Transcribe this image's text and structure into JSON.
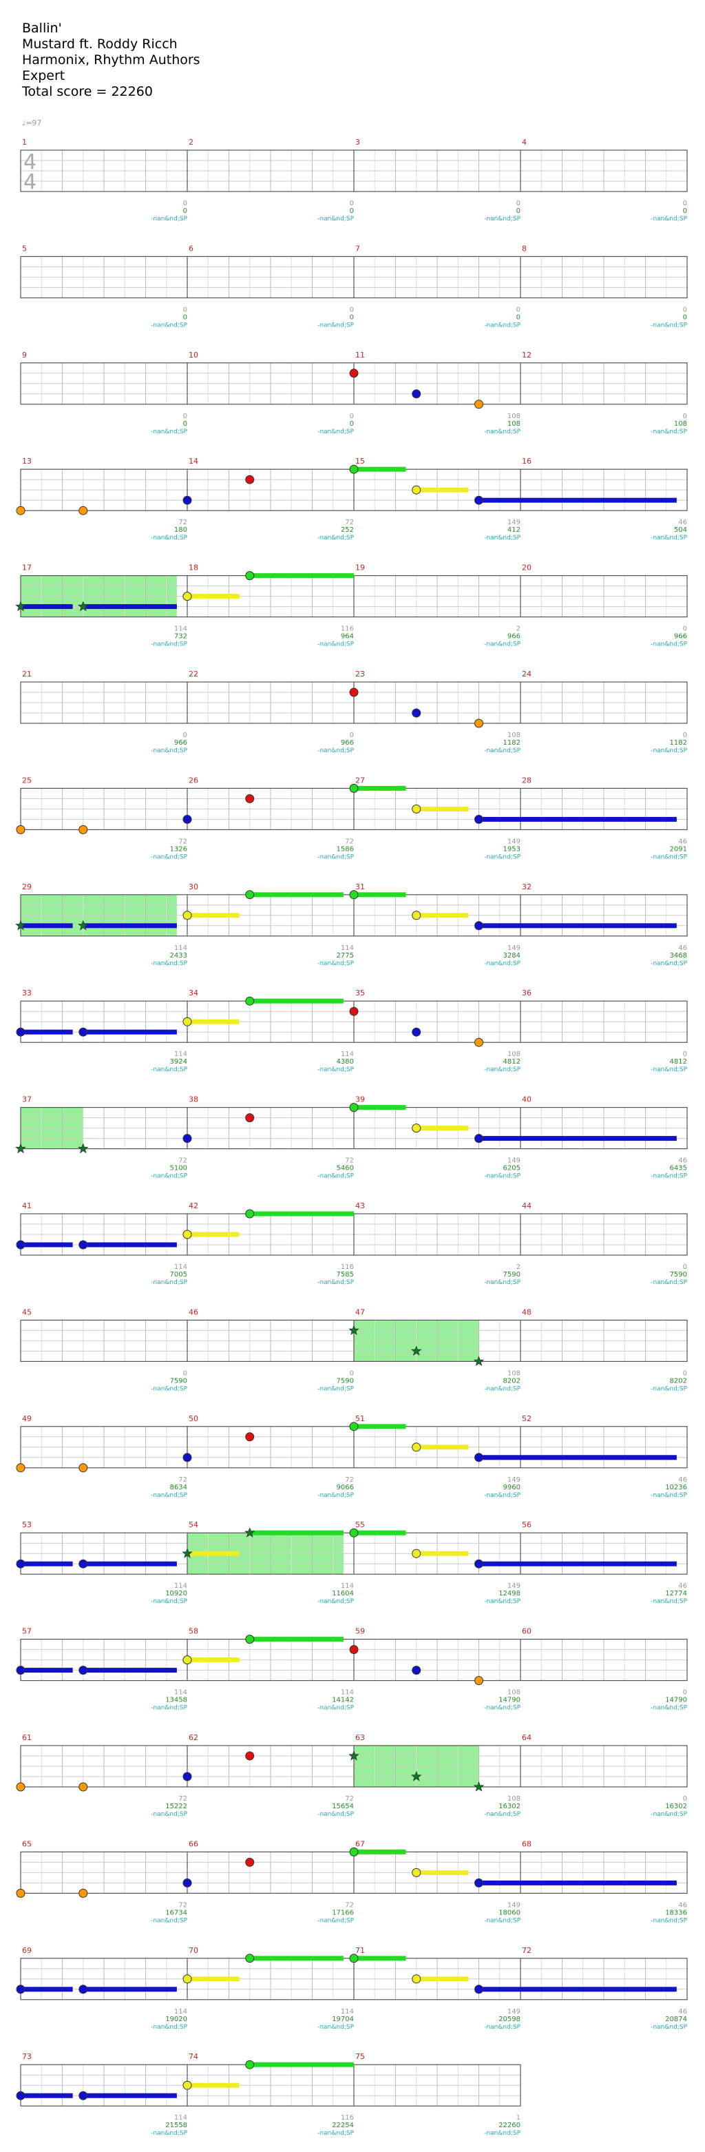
{
  "song": {
    "title": "Ballin'",
    "artist": "Mustard ft. Roddy Ricch",
    "charter": "Harmonix, Rhythm Authors",
    "difficulty": "Expert",
    "total_score_text": "Total score = 22260"
  },
  "tempo_text": "♩=97",
  "time_signature": {
    "top": "4",
    "bottom": "4"
  },
  "colors": {
    "green": "#22dd22",
    "red": "#dd1111",
    "yellow": "#eeee22",
    "blue": "#1111cc",
    "orange": "#ff9900",
    "sp_star": "#0a7a2a",
    "sp_fill": "#99ee99",
    "measure_number": "#cc2222",
    "score": "#2a8a2a",
    "sp_text": "#22aaaa",
    "count": "#999999"
  },
  "sp_label": "-nan&nd;SP",
  "score_labels": [
    "0",
    "0",
    "0",
    "0",
    "0",
    "0",
    "0",
    "0",
    "0",
    "0",
    "108",
    "108",
    "180",
    "252",
    "412",
    "504",
    "732",
    "964",
    "966",
    "966",
    "966",
    "966",
    "1182",
    "1182",
    "1326",
    "1586",
    "1953",
    "2091",
    "2433",
    "2775",
    "3284",
    "3468",
    "3924",
    "4380",
    "4812",
    "4812",
    "5100",
    "5460",
    "6205",
    "6435",
    "7005",
    "7585",
    "7590",
    "7590",
    "7590",
    "7590",
    "8202",
    "8202",
    "8634",
    "9066",
    "9960",
    "10236",
    "10920",
    "11604",
    "12498",
    "12774",
    "13458",
    "14142",
    "14790",
    "14790",
    "15222",
    "15654",
    "16302",
    "16302",
    "16734",
    "17166",
    "18060",
    "18336",
    "19020",
    "19704",
    "20598",
    "20874",
    "21558",
    "22254",
    "22260"
  ],
  "count_labels": [
    "0",
    "0",
    "0",
    "0",
    "0",
    "0",
    "0",
    "0",
    "0",
    "0",
    "108",
    "0",
    "72",
    "72",
    "149",
    "46",
    "114",
    "116",
    "2",
    "0",
    "0",
    "0",
    "108",
    "0",
    "72",
    "72",
    "149",
    "46",
    "114",
    "114",
    "149",
    "46",
    "114",
    "114",
    "108",
    "0",
    "72",
    "72",
    "149",
    "46",
    "114",
    "116",
    "2",
    "0",
    "0",
    "0",
    "108",
    "0",
    "72",
    "72",
    "149",
    "46",
    "114",
    "114",
    "149",
    "46",
    "114",
    "114",
    "108",
    "0",
    "72",
    "72",
    "108",
    "0",
    "72",
    "72",
    "149",
    "46",
    "114",
    "114",
    "149",
    "46",
    "114",
    "116",
    "1"
  ],
  "chart_data": {
    "type": "note-chart",
    "measures_total": 75,
    "measures_per_row": 4,
    "lanes": [
      "green",
      "red",
      "yellow",
      "blue",
      "orange"
    ],
    "patterns": {
      "A": [
        {
          "lane": "red",
          "beat": 0
        },
        {
          "lane": "blue",
          "beat": 1.5
        },
        {
          "lane": "orange",
          "beat": 3
        }
      ],
      "B": [
        {
          "lane": "orange",
          "beat": 0
        },
        {
          "lane": "orange",
          "beat": 1.5
        },
        {
          "lane": "blue",
          "beat": 4
        },
        {
          "lane": "red",
          "beat": 5.5
        },
        {
          "lane": "green",
          "beat": 8,
          "sustain": 1.25
        },
        {
          "lane": "yellow",
          "beat": 9.5,
          "sustain": 1.25
        },
        {
          "lane": "blue",
          "beat": 11,
          "sustain": 4.75
        }
      ],
      "C": [
        {
          "lane": "blue",
          "beat": 0,
          "sustain": 1.25
        },
        {
          "lane": "blue",
          "beat": 1.5,
          "sustain": 2.25
        },
        {
          "lane": "yellow",
          "beat": 4,
          "sustain": 1.25
        },
        {
          "lane": "green",
          "beat": 5.5,
          "sustain": 2.25
        },
        {
          "lane": "green",
          "beat": 8,
          "sustain": 1.25
        },
        {
          "lane": "yellow",
          "beat": 9.5,
          "sustain": 1.25
        },
        {
          "lane": "blue",
          "beat": 11,
          "sustain": 4.75
        }
      ],
      "D": [
        {
          "lane": "blue",
          "beat": 0,
          "sustain": 1.25
        },
        {
          "lane": "blue",
          "beat": 1.5,
          "sustain": 2.25
        },
        {
          "lane": "yellow",
          "beat": 4,
          "sustain": 1.25
        },
        {
          "lane": "green",
          "beat": 5.5,
          "sustain": 2.25
        },
        {
          "lane": "red",
          "beat": 8
        },
        {
          "lane": "blue",
          "beat": 9.5
        },
        {
          "lane": "orange",
          "beat": 11
        }
      ],
      "E": [
        {
          "lane": "blue",
          "beat": 0,
          "sustain": 1.25
        },
        {
          "lane": "blue",
          "beat": 1.5,
          "sustain": 2.25
        },
        {
          "lane": "yellow",
          "beat": 4,
          "sustain": 1.25
        },
        {
          "lane": "green",
          "beat": 5.5,
          "sustain": 2.5
        }
      ],
      "F": [
        {
          "lane": "red",
          "beat": 8
        },
        {
          "lane": "blue",
          "beat": 9.5
        },
        {
          "lane": "orange",
          "beat": 11
        }
      ]
    },
    "rows": [
      {
        "measures": [
          1,
          2,
          3,
          4
        ],
        "time_signature": true
      },
      {
        "measures": [
          5,
          6,
          7,
          8
        ]
      },
      {
        "measures": [
          9,
          10,
          11,
          12
        ],
        "pattern": "F"
      },
      {
        "measures": [
          13,
          14,
          15,
          16
        ],
        "pattern": "B"
      },
      {
        "measures": [
          17,
          18,
          19,
          20
        ],
        "pattern": "E",
        "sp_beats": [
          0,
          3.75
        ],
        "star_beats": [
          0,
          1.5
        ]
      },
      {
        "measures": [
          21,
          22,
          23,
          24
        ],
        "pattern": "F"
      },
      {
        "measures": [
          25,
          26,
          27,
          28
        ],
        "pattern": "B"
      },
      {
        "measures": [
          29,
          30,
          31,
          32
        ],
        "pattern": "C",
        "sp_beats": [
          0,
          3.75
        ],
        "star_beats": [
          0,
          1.5
        ]
      },
      {
        "measures": [
          33,
          34,
          35,
          36
        ],
        "pattern": "D"
      },
      {
        "measures": [
          37,
          38,
          39,
          40
        ],
        "pattern": "B",
        "sp_beats": [
          0,
          1.5
        ],
        "star_beats": [
          0,
          1.5
        ]
      },
      {
        "measures": [
          41,
          42,
          43,
          44
        ],
        "pattern": "E"
      },
      {
        "measures": [
          45,
          46,
          47,
          48
        ],
        "pattern": "F",
        "sp_beats": [
          8,
          11
        ],
        "star_beats": [
          8,
          9.5,
          11
        ]
      },
      {
        "measures": [
          49,
          50,
          51,
          52
        ],
        "pattern": "B"
      },
      {
        "measures": [
          53,
          54,
          55,
          56
        ],
        "pattern": "C",
        "sp_beats": [
          4,
          7.75
        ],
        "star_beats": [
          4,
          5.5
        ]
      },
      {
        "measures": [
          57,
          58,
          59,
          60
        ],
        "pattern": "D"
      },
      {
        "measures": [
          61,
          62,
          63,
          64
        ],
        "pattern": "B",
        "omit_beats": [
          8,
          9.5,
          11
        ],
        "extra": "F",
        "sp_beats": [
          8,
          11
        ],
        "star_beats": [
          8,
          9.5,
          11
        ]
      },
      {
        "measures": [
          65,
          66,
          67,
          68
        ],
        "pattern": "B"
      },
      {
        "measures": [
          69,
          70,
          71,
          72
        ],
        "pattern": "C"
      },
      {
        "measures": [
          73,
          74,
          75
        ],
        "pattern": "E"
      }
    ]
  }
}
